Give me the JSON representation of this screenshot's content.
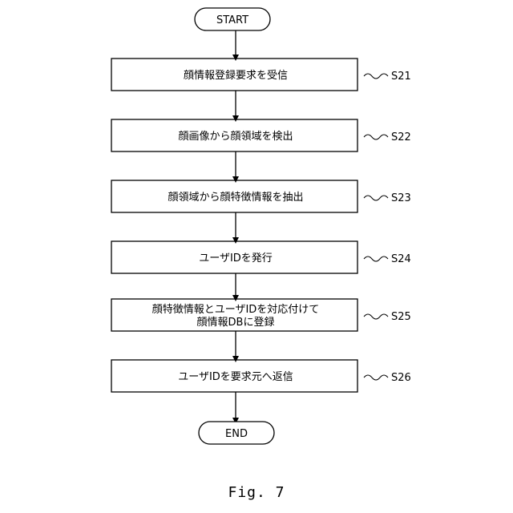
{
  "diagram": {
    "start_label": "START",
    "end_label": "END",
    "steps": [
      {
        "id": "S21",
        "lines": [
          "顔情報登録要求を受信"
        ]
      },
      {
        "id": "S22",
        "lines": [
          "顔画像から顔領域を検出"
        ]
      },
      {
        "id": "S23",
        "lines": [
          "顔領域から顔特徴情報を抽出"
        ]
      },
      {
        "id": "S24",
        "lines": [
          "ユーザIDを発行"
        ]
      },
      {
        "id": "S25",
        "lines": [
          "顔特徴情報とユーザIDを対応付けて",
          "顔情報DBに登録"
        ]
      },
      {
        "id": "S26",
        "lines": [
          "ユーザIDを要求元へ返信"
        ]
      }
    ]
  },
  "caption": "Fig. 7",
  "colors": {
    "stroke": "#000000",
    "fill": "#ffffff"
  }
}
